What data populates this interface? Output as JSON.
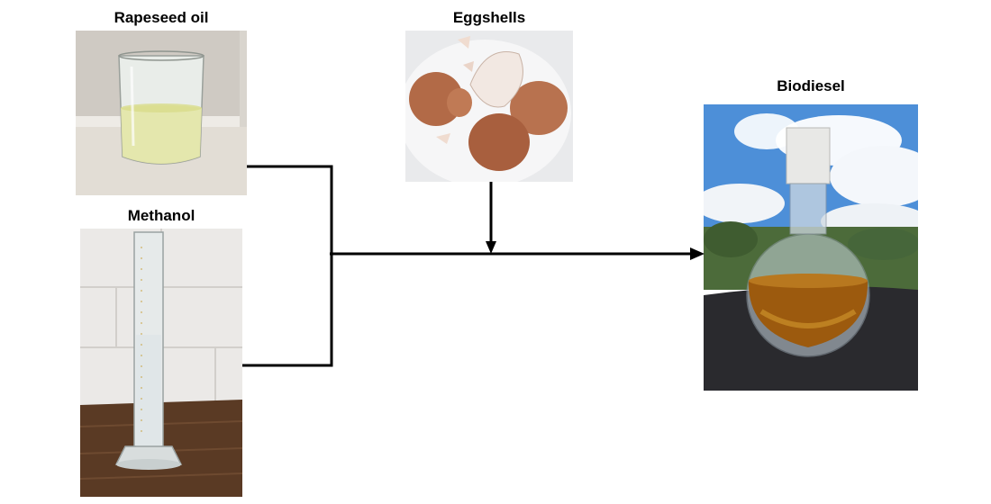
{
  "inputs": {
    "rapeseed_oil": {
      "label": "Rapeseed oil"
    },
    "methanol": {
      "label": "Methanol"
    },
    "eggshells": {
      "label": "Eggshells"
    }
  },
  "output": {
    "biodiesel": {
      "label": "Biodiesel"
    }
  },
  "colors": {
    "line": "#000000",
    "oil": "#e3e6a6",
    "eggshell": "#b26a47",
    "biodiesel": "#9c5a0e",
    "sky": "#4d8fd8",
    "wood": "#5a3a24"
  }
}
